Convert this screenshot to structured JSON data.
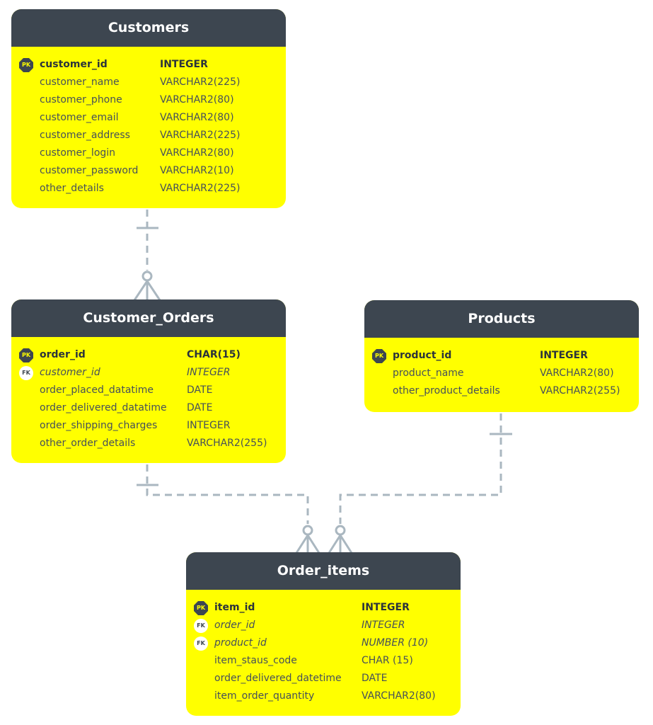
{
  "colors": {
    "header": "#3d4650",
    "body": "#ffff00",
    "connector": "#aab7c0"
  },
  "tables": {
    "customers": {
      "title": "Customers",
      "columns": [
        {
          "key": "PK",
          "name": "customer_id",
          "type": "INTEGER"
        },
        {
          "key": "",
          "name": "customer_name",
          "type": "VARCHAR2(225)"
        },
        {
          "key": "",
          "name": "customer_phone",
          "type": "VARCHAR2(80)"
        },
        {
          "key": "",
          "name": "customer_email",
          "type": "VARCHAR2(80)"
        },
        {
          "key": "",
          "name": "customer_address",
          "type": "VARCHAR2(225)"
        },
        {
          "key": "",
          "name": "customer_login",
          "type": "VARCHAR2(80)"
        },
        {
          "key": "",
          "name": "customer_password",
          "type": "VARCHAR2(10)"
        },
        {
          "key": "",
          "name": "other_details",
          "type": "VARCHAR2(225)"
        }
      ]
    },
    "customer_orders": {
      "title": "Customer_Orders",
      "columns": [
        {
          "key": "PK",
          "name": "order_id",
          "type": "CHAR(15)"
        },
        {
          "key": "FK",
          "name": "customer_id",
          "type": "INTEGER"
        },
        {
          "key": "",
          "name": "order_placed_datatime",
          "type": "DATE"
        },
        {
          "key": "",
          "name": "order_delivered_datatime",
          "type": "DATE"
        },
        {
          "key": "",
          "name": "order_shipping_charges",
          "type": "INTEGER"
        },
        {
          "key": "",
          "name": "other_order_details",
          "type": "VARCHAR2(255)"
        }
      ]
    },
    "products": {
      "title": "Products",
      "columns": [
        {
          "key": "PK",
          "name": "product_id",
          "type": "INTEGER"
        },
        {
          "key": "",
          "name": "product_name",
          "type": "VARCHAR2(80)"
        },
        {
          "key": "",
          "name": "other_product_details",
          "type": "VARCHAR2(255)"
        }
      ]
    },
    "order_items": {
      "title": "Order_items",
      "columns": [
        {
          "key": "PK",
          "name": "item_id",
          "type": "INTEGER"
        },
        {
          "key": "FK",
          "name": "order_id",
          "type": "INTEGER"
        },
        {
          "key": "FK",
          "name": "product_id",
          "type": "NUMBER (10)"
        },
        {
          "key": "",
          "name": "item_staus_code",
          "type": "CHAR (15)"
        },
        {
          "key": "",
          "name": "order_delivered_datetime",
          "type": "DATE"
        },
        {
          "key": "",
          "name": "item_order_quantity",
          "type": "VARCHAR2(80)"
        }
      ]
    }
  },
  "relationships": [
    {
      "from": "customers",
      "to": "customer_orders",
      "from_cardinality": "one",
      "to_cardinality": "zero-or-many"
    },
    {
      "from": "customer_orders",
      "to": "order_items",
      "from_cardinality": "one",
      "to_cardinality": "zero-or-many"
    },
    {
      "from": "products",
      "to": "order_items",
      "from_cardinality": "one",
      "to_cardinality": "zero-or-many"
    }
  ]
}
